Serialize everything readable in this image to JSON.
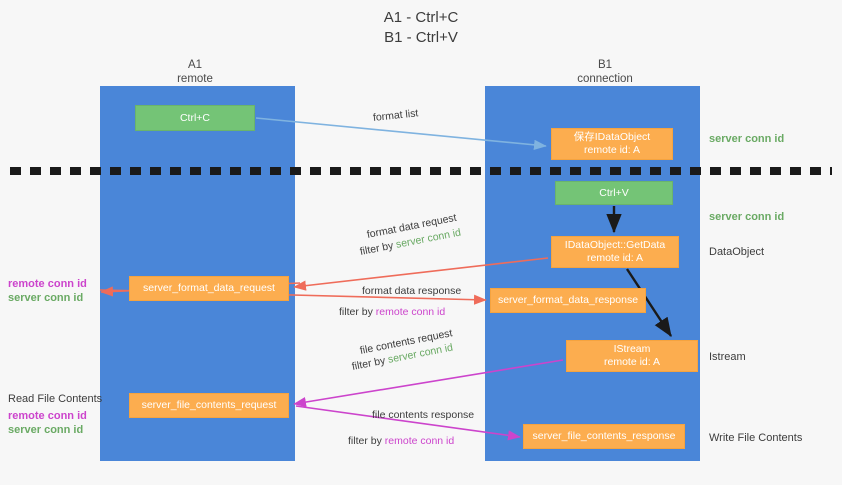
{
  "title": {
    "line1": "A1 - Ctrl+C",
    "line2": "B1 - Ctrl+V"
  },
  "columns": [
    {
      "id": "a1",
      "name": "A1",
      "sub": "remote"
    },
    {
      "id": "b1",
      "name": "B1",
      "sub": "connection"
    }
  ],
  "colors": {
    "lane": "#4a86d8",
    "node_green": "#74c476",
    "node_orange": "#fcad4f",
    "remote_conn_id": "#cc44cc",
    "server_conn_id": "#6aaa64",
    "arrow_blue": "#7fb3e0",
    "arrow_red": "#ef6c5a",
    "arrow_magenta": "#cc44cc",
    "arrow_black": "#1a1a1a",
    "background": "#f7f7f7",
    "text": "#3c3c3c"
  },
  "nodes": {
    "ctrl_c": {
      "label": "Ctrl+C",
      "kind": "green"
    },
    "idataobject": {
      "line1": "保存IDataObject",
      "line2": "remote id: A",
      "kind": "orange"
    },
    "ctrl_v": {
      "label": "Ctrl+V",
      "kind": "green"
    },
    "getdata": {
      "line1": "IDataObject::GetData",
      "line2": "remote id: A",
      "kind": "orange"
    },
    "istream": {
      "line1": "IStream",
      "line2": "remote id: A",
      "kind": "orange"
    },
    "server_format_data_request": {
      "label": "server_format_data_request",
      "kind": "orange"
    },
    "server_format_data_response": {
      "label": "server_format_data_response",
      "kind": "orange"
    },
    "server_file_contents_request": {
      "label": "server_file_contents_request",
      "kind": "orange"
    },
    "server_file_contents_response": {
      "label": "server_file_contents_response",
      "kind": "orange"
    }
  },
  "edge_labels": {
    "format_list": "format list",
    "format_data_request": "format data request",
    "format_data_response": "format data response",
    "file_contents_request": "file contents request",
    "file_contents_response": "file contents response",
    "filter_by": "filter by ",
    "server_conn_id": "server conn id",
    "remote_conn_id": "remote conn id"
  },
  "annotations": {
    "right": [
      {
        "id": "server-conn-id-1",
        "text": "server conn id",
        "color": "server"
      },
      {
        "id": "server-conn-id-2",
        "text": "server conn id",
        "color": "server"
      },
      {
        "id": "dataobject",
        "text": "DataObject",
        "color": "plain"
      },
      {
        "id": "istream",
        "text": "Istream",
        "color": "plain"
      },
      {
        "id": "write-file-contents",
        "text": "Write File Contents",
        "color": "plain"
      }
    ],
    "left": {
      "read_file_contents": "Read File Contents",
      "remote_conn_id": "remote conn id",
      "server_conn_id": "server conn id"
    }
  }
}
